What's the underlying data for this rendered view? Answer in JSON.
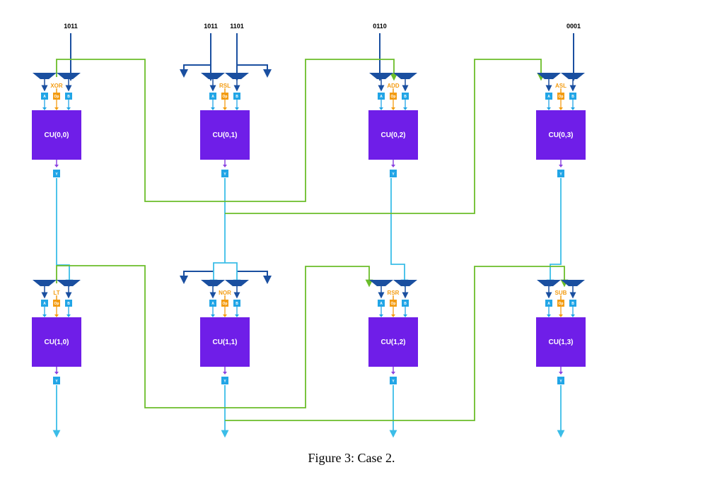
{
  "inputs": {
    "in_0_0": "1011",
    "in_0_1a": "1011",
    "in_0_1b": "1101",
    "in_0_2": "0110",
    "in_0_3": "0001"
  },
  "cells": [
    {
      "id": "cu-0-0",
      "label": "CU(0,0)",
      "op": "XOR"
    },
    {
      "id": "cu-0-1",
      "label": "CU(0,1)",
      "op": "RSL"
    },
    {
      "id": "cu-0-2",
      "label": "CU(0,2)",
      "op": "ADD"
    },
    {
      "id": "cu-0-3",
      "label": "CU(0,3)",
      "op": "ASL"
    },
    {
      "id": "cu-1-0",
      "label": "CU(1,0)",
      "op": "LT"
    },
    {
      "id": "cu-1-1",
      "label": "CU(1,1)",
      "op": "NOR"
    },
    {
      "id": "cu-1-2",
      "label": "CU(1,2)",
      "op": "RSR"
    },
    {
      "id": "cu-1-3",
      "label": "CU(1,3)",
      "op": "SUB"
    }
  ],
  "ports": {
    "a": "A",
    "b": "B",
    "op": "Op",
    "y": "Y"
  },
  "caption": "Figure 3:  Case 2.",
  "colors": {
    "cu_fill": "#6f1ee8",
    "mux_fill": "#1a4fa0",
    "input_wire": "#1a4fa0",
    "output_wire": "#3bbde8",
    "route_wire": "#6bbd2a",
    "op_orange": "#f39c12",
    "port_fill": "#21a5e6",
    "y_arrow": "#8b44e0"
  }
}
